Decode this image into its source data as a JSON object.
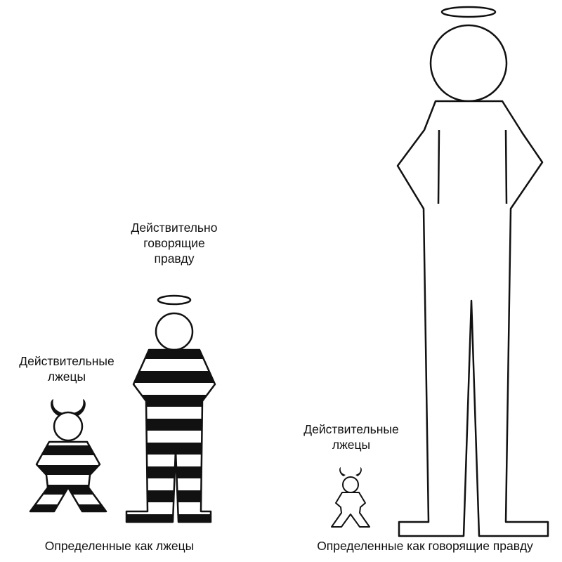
{
  "left_panel": {
    "truth_label": [
      "Действительно",
      "говорящие",
      "правду"
    ],
    "liar_label": [
      "Действительные",
      "лжецы"
    ],
    "caption": "Определенные как лжецы"
  },
  "right_panel": {
    "liar_label": [
      "Действительные",
      "лжецы"
    ],
    "caption": "Определенные как говорящие правду"
  },
  "colors": {
    "ink": "#111111",
    "paper": "#ffffff"
  }
}
